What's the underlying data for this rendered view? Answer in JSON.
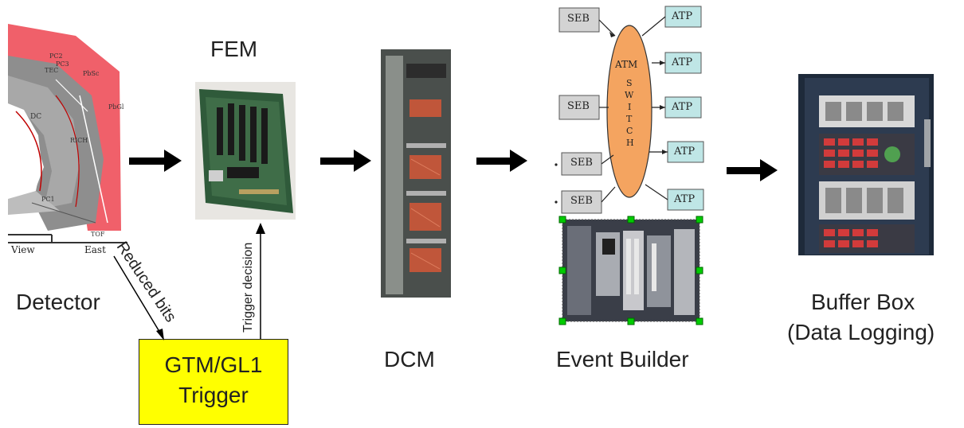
{
  "stages": {
    "detector": "Detector",
    "fem": "FEM",
    "dcm": "DCM",
    "event_builder": "Event Builder",
    "buffer_box_line1": "Buffer Box",
    "buffer_box_line2": "(Data Logging)"
  },
  "trigger": {
    "line1": "GTM/GL1",
    "line2": "Trigger",
    "fill": "#ffff00"
  },
  "arrows": {
    "reduced_bits": "Reduced bits",
    "trigger_decision": "Trigger decision"
  },
  "detector_view": {
    "view": "View",
    "east": "East",
    "labels": [
      "PC2",
      "PC3",
      "TEC",
      "PbSc",
      "RICH",
      "DC",
      "PC1",
      "TOF",
      "PbGl"
    ]
  },
  "event_builder_schematic": {
    "seb": [
      "SEB",
      "SEB",
      "SEB",
      "SEB"
    ],
    "atp": [
      "ATP",
      "ATP",
      "ATP",
      "ATP",
      "ATP"
    ],
    "switch_atm": "ATM",
    "switch_letters": [
      "S",
      "W",
      "I",
      "T",
      "C",
      "H"
    ],
    "switch_color": "#f4a460",
    "atp_color": "#bfe6e6",
    "seb_color": "#d3d3d3",
    "handle_color": "#00cc00"
  }
}
